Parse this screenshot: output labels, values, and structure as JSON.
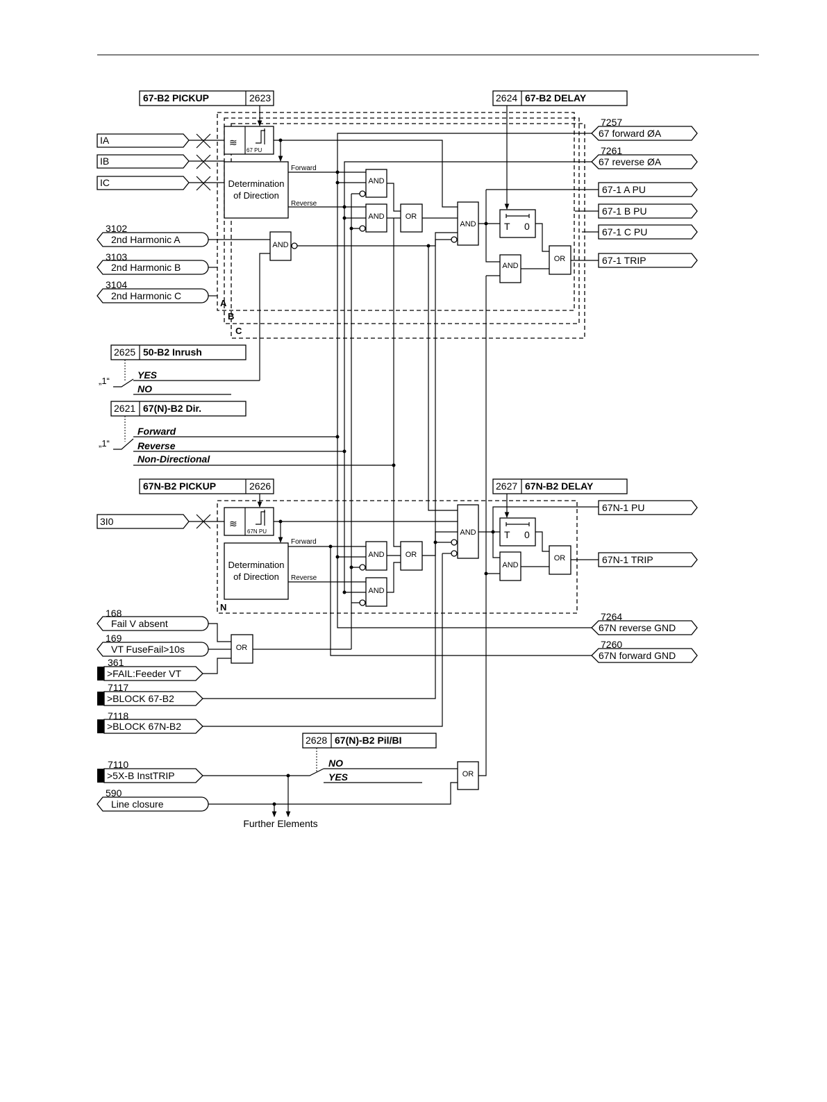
{
  "params": {
    "p2623": {
      "name": "67-B2 PICKUP",
      "no": "2623"
    },
    "p2624": {
      "no": "2624",
      "name": "67-B2 DELAY"
    },
    "p2625": {
      "no": "2625",
      "name": "50-B2 Inrush",
      "opt1": "YES",
      "opt2": "NO"
    },
    "p2621": {
      "no": "2621",
      "name": "67(N)-B2 Dir.",
      "opt1": "Forward",
      "opt2": "Reverse",
      "opt3": "Non-Directional"
    },
    "p2626": {
      "name": "67N-B2 PICKUP",
      "no": "2626"
    },
    "p2627": {
      "no": "2627",
      "name": "67N-B2 DELAY"
    },
    "p2628": {
      "no": "2628",
      "name": "67(N)-B2 Pil/BI",
      "opt1": "NO",
      "opt2": "YES"
    },
    "const1": "„1“"
  },
  "inputs": {
    "ia": "IA",
    "ib": "IB",
    "ic": "IC",
    "i0": "3I0",
    "h2a": {
      "no": "3102",
      "label": "2nd Harmonic A"
    },
    "h2b": {
      "no": "3103",
      "label": "2nd Harmonic B"
    },
    "h2c": {
      "no": "3104",
      "label": "2nd Harmonic C"
    },
    "failv": {
      "no": "168",
      "label": "Fail V absent"
    },
    "vtfuse": {
      "no": "169",
      "label": "VT FuseFail>10s"
    },
    "failfeeder": {
      "no": "361",
      "label": ">FAIL:Feeder VT"
    },
    "block67": {
      "no": "7117",
      "label": ">BLOCK 67-B2"
    },
    "block67n": {
      "no": "7118",
      "label": ">BLOCK 67N-B2"
    },
    "insttrip": {
      "no": "7110",
      "label": ">5X-B InstTRIP"
    },
    "lineclosure": {
      "no": "590",
      "label": "Line closure"
    }
  },
  "outputs": {
    "fwdA": {
      "no": "7257",
      "label": "67 forward ØA"
    },
    "revA": {
      "no": "7261",
      "label": "67 reverse ØA"
    },
    "puA": "67-1 A PU",
    "puB": "67-1 B PU",
    "puC": "67-1 C PU",
    "trip": "67-1 TRIP",
    "npu": "67N-1 PU",
    "ntrip": "67N-1 TRIP",
    "revGnd": {
      "no": "7264",
      "label": "67N reverse GND"
    },
    "fwdGnd": {
      "no": "7260",
      "label": "67N forward GND"
    }
  },
  "blocks": {
    "pu67": "67 PU",
    "pu67n": "67N PU",
    "dir1": "Determination",
    "dir2": "of Direction",
    "forward": "Forward",
    "reverse": "Reverse",
    "and": "AND",
    "or": "OR",
    "timerT": "T",
    "timer0": "0",
    "phaseA": "A",
    "phaseB": "B",
    "phaseC": "C",
    "groundN": "N"
  },
  "further": "Further Elements"
}
